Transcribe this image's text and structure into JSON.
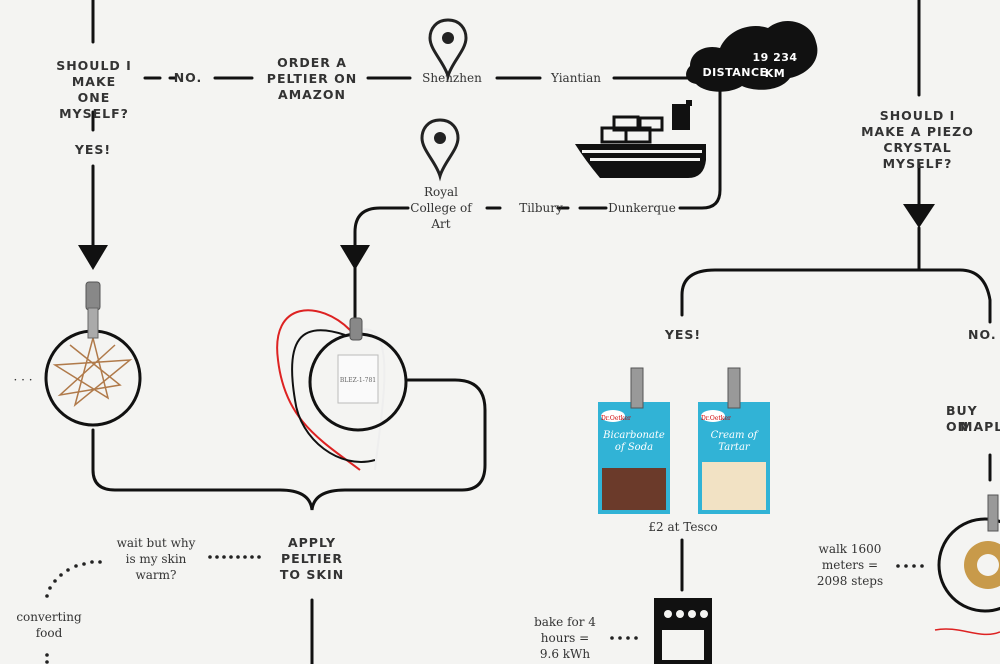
{
  "questions": {
    "make_one": "SHOULD I MAKE ONE MYSELF?",
    "no": "NO.",
    "yes": "YES!",
    "order": "ORDER A PELTIER ON AMAZON",
    "piezo": "SHOULD I MAKE A PIEZO CRYSTAL MYSELF?",
    "piezo_yes": "YES!",
    "piezo_no": "NO.",
    "buy": "BUY ON",
    "buy_cont": "MAPL"
  },
  "route": {
    "shenzhen": "Shenzhen",
    "yiantian": "Yiantian",
    "rca": "Royal College of Art",
    "tilbury": "Tilbury",
    "dunkerque": "Dunkerque",
    "distance_value": "19 234 KM",
    "distance_label": "DISTANCE"
  },
  "outcomes": {
    "apply": "APPLY PELTIER TO SKIN",
    "wait": "wait but why is my skin warm?",
    "converting": "converting food",
    "tesco": "£2 at Tesco",
    "bake": "bake for 4 hours = 9.6 kWh",
    "walk": "walk 1600 meters = 2098 steps",
    "left_dots": "· · ·"
  },
  "packets": {
    "brand": "Dr.Oetker",
    "bicarb": "Bicarbonate of Soda",
    "cream": "Cream of Tartar"
  },
  "peltier_code": "BLEZ-1-781"
}
